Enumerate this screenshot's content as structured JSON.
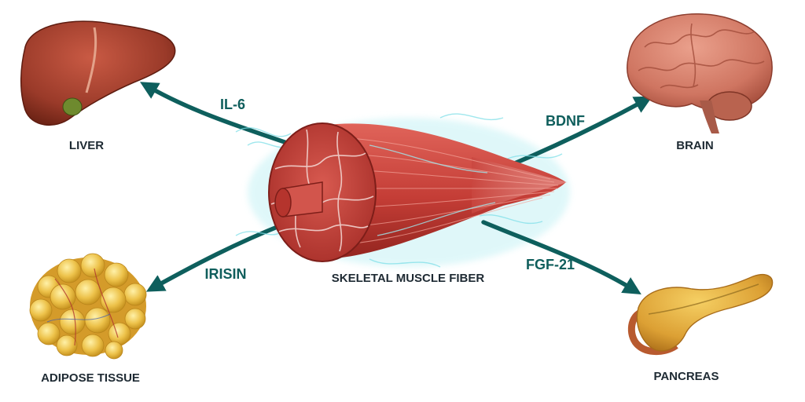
{
  "center": {
    "label": "SKELETAL MUSCLE FIBER"
  },
  "organs": {
    "liver": "LIVER",
    "brain": "BRAIN",
    "adipose": "ADIPOSE TISSUE",
    "pancreas": "PANCREAS"
  },
  "signals": {
    "liver": "IL-6",
    "brain": "BDNF",
    "adipose": "IRISIN",
    "pancreas": "FGF-21"
  },
  "colors": {
    "arrow": "#0e5f5d",
    "muscle": "#c9463f",
    "liver": "#a8432f",
    "brain": "#d9816e",
    "fat": "#e8b93a",
    "pancreas": "#e2a83a",
    "glow": "#8ee6ee"
  }
}
